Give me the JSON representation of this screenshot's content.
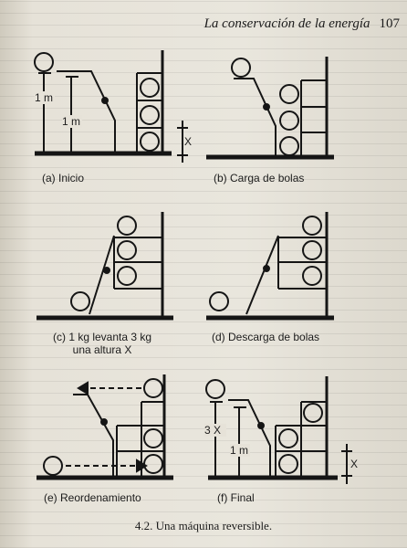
{
  "header": {
    "title": "La conservación de la energía",
    "page_number": "107"
  },
  "labels": {
    "one_meter": "1 m",
    "x": "X",
    "three_x": "3 X"
  },
  "panels": {
    "a": "(a)  Inicio",
    "b": "(b)  Carga de bolas",
    "c_line1": "(c)  1 kg levanta 3 kg",
    "c_line2": "una altura X",
    "d": "(d)  Descarga de bolas",
    "e": "(e)  Reordenamiento",
    "f": "(f)  Final"
  },
  "figure_caption": "4.2.  Una máquina reversible."
}
